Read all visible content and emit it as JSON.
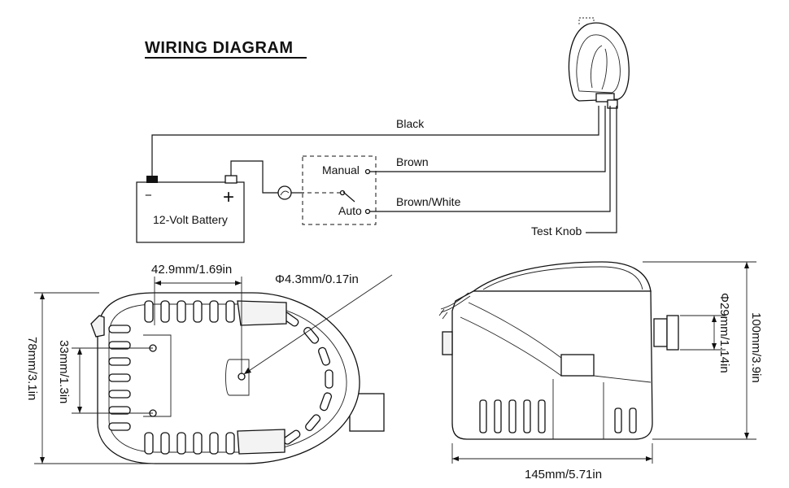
{
  "title": "WIRING DIAGRAM",
  "wires": {
    "black": "Black",
    "brown": "Brown",
    "brown_white": "Brown/White",
    "test_knob": "Test Knob"
  },
  "battery": {
    "label": "12-Volt Battery",
    "minus": "−",
    "plus": "+"
  },
  "switch": {
    "manual": "Manual",
    "auto": "Auto"
  },
  "dimensions": {
    "width_top": "42.9mm/1.69in",
    "hole": "Φ4.3mm/0.17in",
    "height_left": "78mm/3.1in",
    "spacing": "33mm/1.3in",
    "outlet": "Φ29mm/1.14in",
    "height_right": "100mm/3.9in",
    "length": "145mm/5.71in"
  },
  "colors": {
    "line": "#111111",
    "background": "#ffffff"
  }
}
